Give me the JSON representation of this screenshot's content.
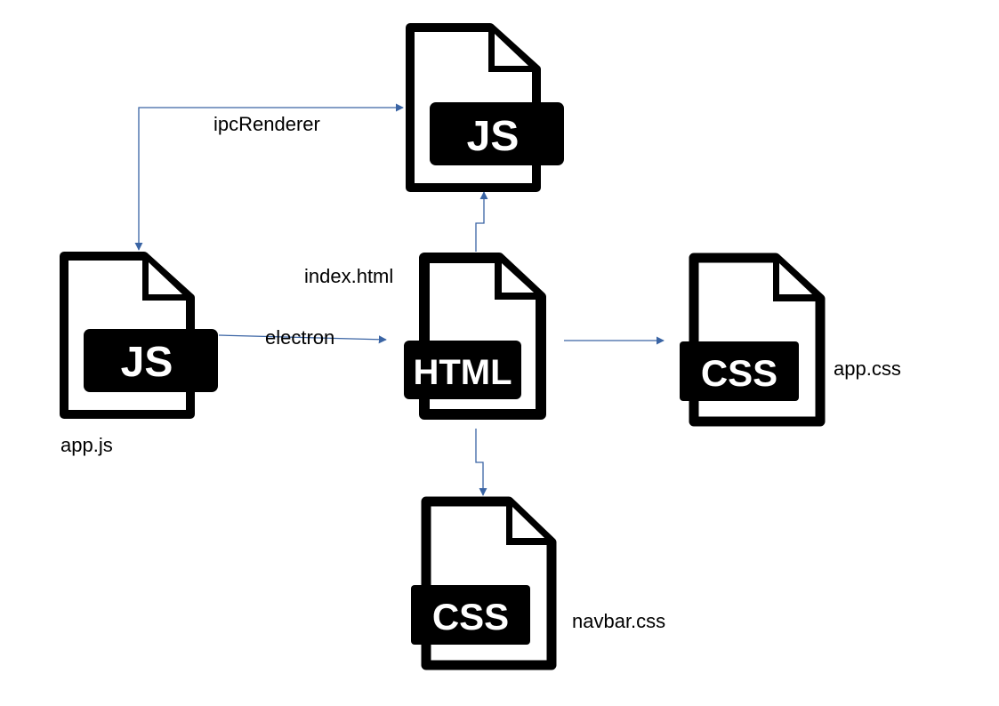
{
  "diagram": {
    "colors": {
      "edge": "#3a64a4",
      "icon": "#000000",
      "icon_text": "#ffffff"
    },
    "nodes": [
      {
        "id": "renderer_js",
        "badge": "JS",
        "icon": "js-file-icon"
      },
      {
        "id": "app_js",
        "badge": "JS",
        "icon": "js-file-icon",
        "label": "app.js"
      },
      {
        "id": "index_html",
        "badge": "HTML",
        "icon": "html-file-icon",
        "label": "index.html"
      },
      {
        "id": "app_css",
        "badge": "CSS",
        "icon": "css-file-icon",
        "label": "app.css"
      },
      {
        "id": "navbar_css",
        "badge": "CSS",
        "icon": "css-file-icon",
        "label": "navbar.css"
      }
    ],
    "edges": [
      {
        "id": "ipc",
        "from": "renderer_js",
        "to": "app_js",
        "label": "ipcRenderer",
        "arrows": "both"
      },
      {
        "id": "electron",
        "from": "app_js",
        "to": "index_html",
        "label": "electron"
      },
      {
        "id": "html_to_js",
        "from": "index_html",
        "to": "renderer_js"
      },
      {
        "id": "html_to_appcss",
        "from": "index_html",
        "to": "app_css"
      },
      {
        "id": "html_to_navbar",
        "from": "index_html",
        "to": "navbar_css"
      }
    ]
  }
}
